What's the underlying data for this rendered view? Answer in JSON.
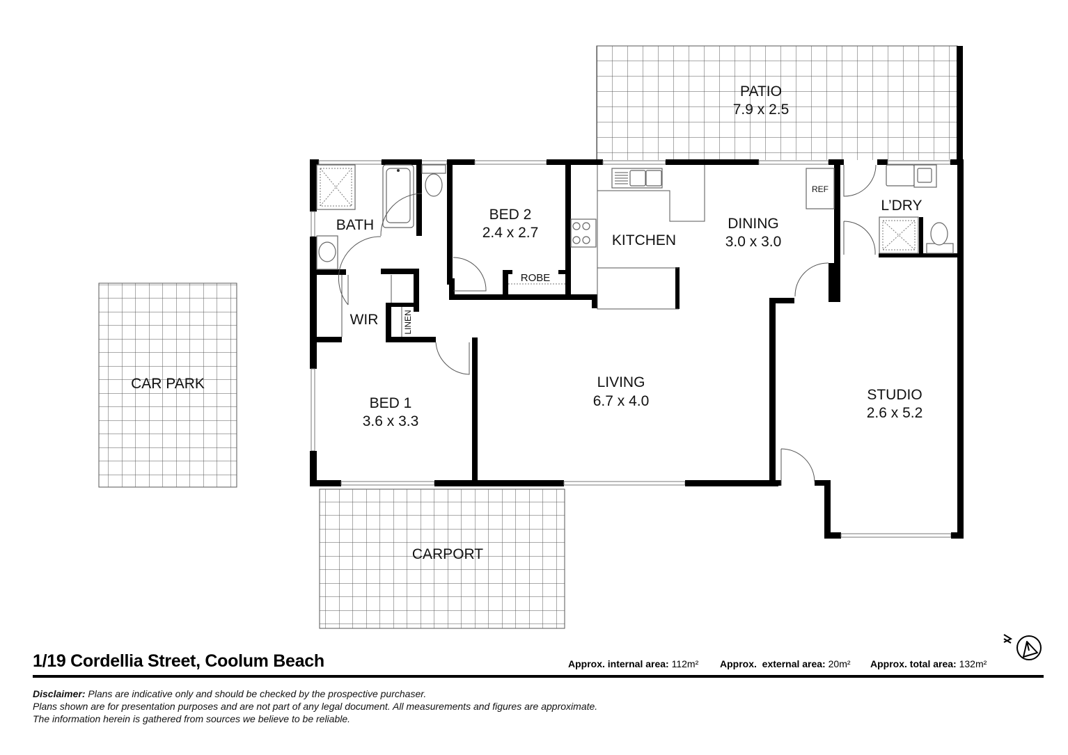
{
  "property": {
    "address": "1/19 Cordellia Street, Coolum Beach"
  },
  "areas": [
    {
      "label": "Approx. internal area:",
      "value": "112m²"
    },
    {
      "label": "Approx.  external area:",
      "value": "20m²"
    },
    {
      "label": "Approx. total area:",
      "value": "132m²"
    }
  ],
  "compass": {
    "icon": "north-arrow-icon",
    "letter": "N"
  },
  "disclaimer": {
    "heading": "Disclaimer:",
    "line1": "Plans are indicative only and should be checked by the prospective purchaser.",
    "line2": "Plans shown are for presentation purposes and are not part of any legal document. All measurements and figures are approximate.",
    "line3": "The information herein is gathered from sources we believe to be reliable."
  },
  "rooms": {
    "patio": {
      "name": "PATIO",
      "size": "7.9 x 2.5"
    },
    "bath": {
      "name": "BATH"
    },
    "bed2": {
      "name": "BED 2",
      "size": "2.4 x 2.7"
    },
    "robe": {
      "name": "ROBE"
    },
    "kitchen": {
      "name": "KITCHEN"
    },
    "dining": {
      "name": "DINING",
      "size": "3.0 x 3.0"
    },
    "ref": {
      "name": "REF"
    },
    "laundry": {
      "name": "L’DRY"
    },
    "wir": {
      "name": "WIR"
    },
    "linen": {
      "name": "LINEN"
    },
    "car_park": {
      "name": "CAR PARK"
    },
    "bed1": {
      "name": "BED 1",
      "size": "3.6 x 3.3"
    },
    "living": {
      "name": "LIVING",
      "size": "6.7 x 4.0"
    },
    "studio": {
      "name": "STUDIO",
      "size": "2.6 x 5.2"
    },
    "carport": {
      "name": "CARPORT"
    }
  }
}
